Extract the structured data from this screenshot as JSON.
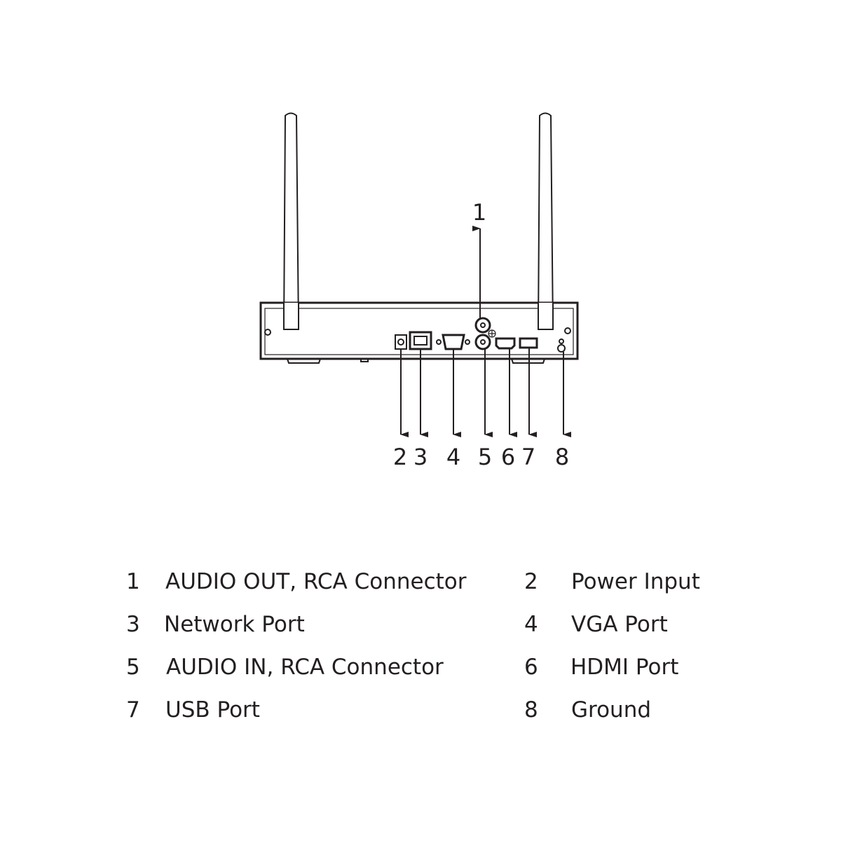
{
  "callouts": {
    "top": "1",
    "bottom": [
      "2",
      "3",
      "4",
      "5",
      "6",
      "7",
      "8"
    ]
  },
  "legend": [
    {
      "num": "1",
      "label": "AUDIO OUT, RCA Connector"
    },
    {
      "num": "2",
      "label": "Power Input"
    },
    {
      "num": "3",
      "label": "Network Port"
    },
    {
      "num": "4",
      "label": "VGA Port"
    },
    {
      "num": "5",
      "label": "AUDIO IN, RCA Connector"
    },
    {
      "num": "6",
      "label": "HDMI Port"
    },
    {
      "num": "7",
      "label": "USB Port"
    },
    {
      "num": "8",
      "label": "Ground"
    }
  ]
}
